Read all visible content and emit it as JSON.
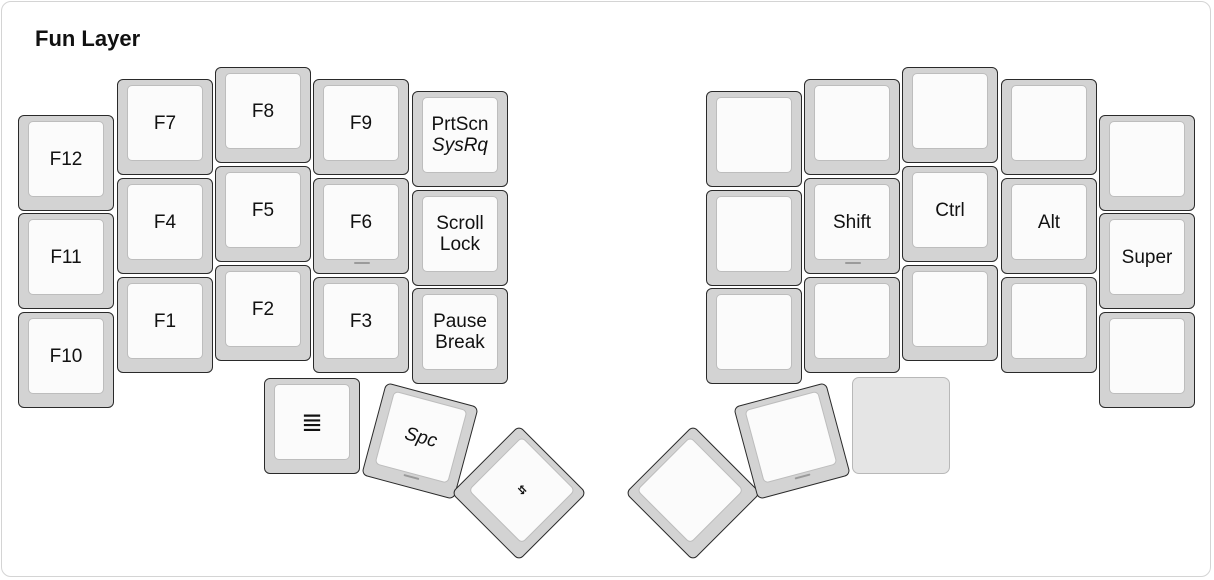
{
  "title": "Fun Layer",
  "left_hand": {
    "pinky": {
      "top": "F12",
      "middle": "F11",
      "bottom": "F10"
    },
    "ring": {
      "top": "F7",
      "middle": "F4",
      "bottom": "F1"
    },
    "middle": {
      "top": "F8",
      "middle": "F5",
      "bottom": "F2"
    },
    "index": {
      "top": "F9",
      "middle": "F6",
      "bottom": "F3"
    },
    "inner": {
      "top": {
        "tap": "PrtScn",
        "hold": "SysRq"
      },
      "middle": {
        "line1": "Scroll",
        "line2": "Lock"
      },
      "bottom": {
        "line1": "Pause",
        "line2": "Break"
      }
    },
    "thumbs": {
      "menu_glyph": "≣",
      "space": "Spc",
      "tab_glyph": "⇆"
    }
  },
  "right_hand": {
    "home": {
      "shift": "Shift",
      "ctrl": "Ctrl",
      "alt": "Alt",
      "super": "Super"
    }
  }
}
